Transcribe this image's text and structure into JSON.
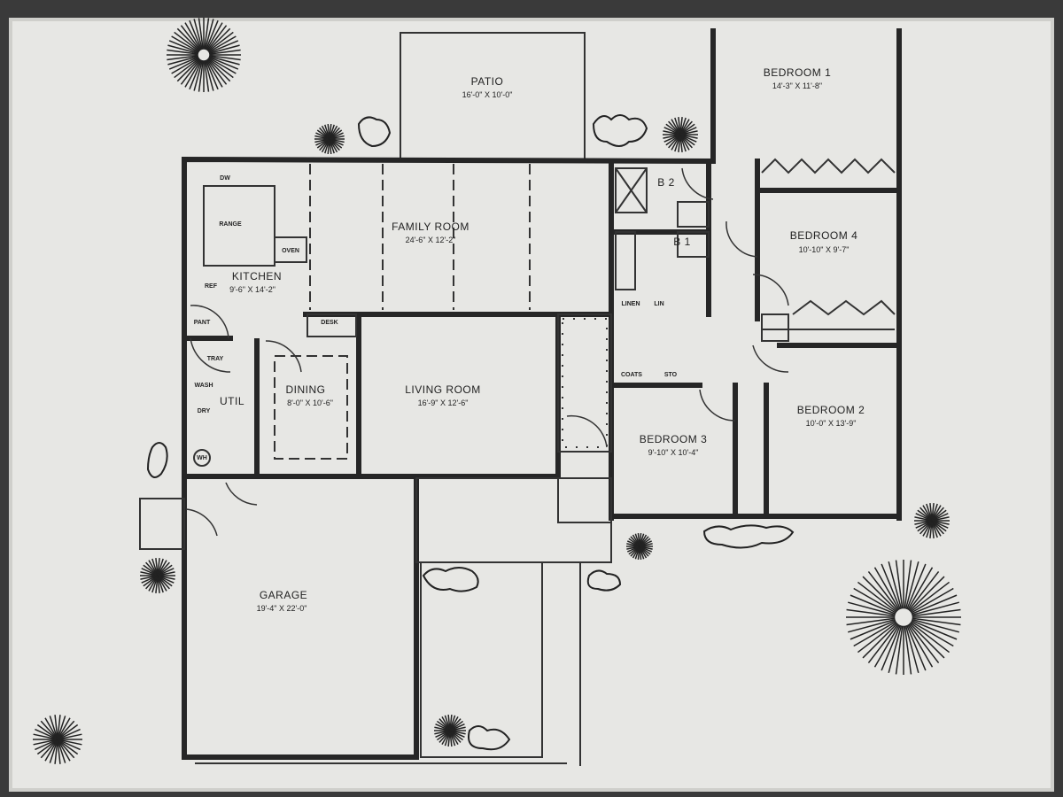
{
  "rooms": {
    "patio": {
      "name": "PATIO",
      "size": "16'-0\" X 10'-0\""
    },
    "bedroom1": {
      "name": "BEDROOM 1",
      "size": "14'-3\" X 11'-8\""
    },
    "bedroom4": {
      "name": "BEDROOM 4",
      "size": "10'-10\" X 9'-7\""
    },
    "bedroom2": {
      "name": "BEDROOM 2",
      "size": "10'-0\" X 13'-9\""
    },
    "bedroom3": {
      "name": "BEDROOM 3",
      "size": "9'-10\" X 10'-4\""
    },
    "family": {
      "name": "FAMILY ROOM",
      "size": "24'-6\" X 12'-2\""
    },
    "kitchen": {
      "name": "KITCHEN",
      "size": "9'-6\" X 14'-2\""
    },
    "dining": {
      "name": "DINING",
      "size": "8'-0\" X 10'-6\""
    },
    "living": {
      "name": "LIVING ROOM",
      "size": "16'-9\" X 12'-6\""
    },
    "garage": {
      "name": "GARAGE",
      "size": "19'-4\" X 22'-0\""
    },
    "util": {
      "name": "UTIL"
    },
    "b1": {
      "name": "B 1"
    },
    "b2": {
      "name": "B 2"
    }
  },
  "fixtures": {
    "dw": "DW",
    "range": "RANGE",
    "oven": "OVEN",
    "ref": "REF",
    "pant": "PANT",
    "desk": "DESK",
    "tray": "TRAY",
    "wash": "WASH",
    "dry": "DRY",
    "wh": "WH",
    "linen": "LINEN",
    "lin": "LIN",
    "coats": "COATS",
    "sto": "STO"
  }
}
